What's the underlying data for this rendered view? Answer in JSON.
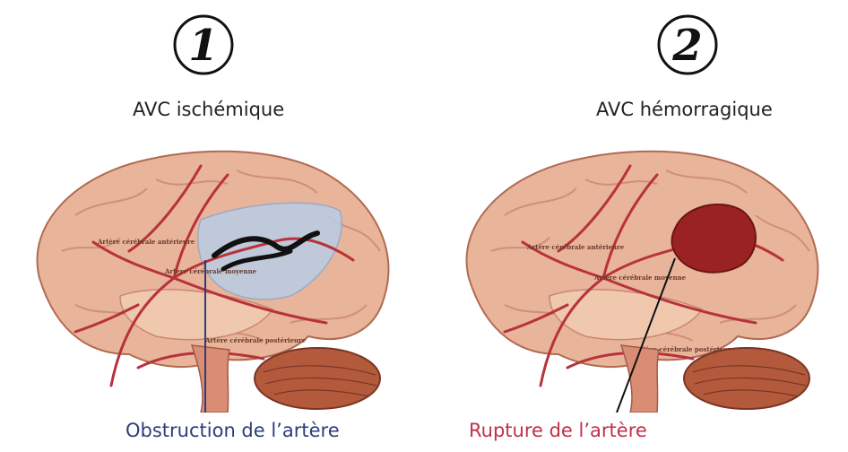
{
  "colors": {
    "brain_fill": "#e8b49a",
    "brain_stroke": "#b06a52",
    "artery": "#b8323c",
    "cerebellum": "#b45a3c",
    "ischemic_zone": "#b9cde6",
    "clot": "#111111",
    "hemorrhage": "#9b2222",
    "obstruction_caption": "#2c3e7a",
    "rupture_caption": "#c0304a"
  },
  "panels": [
    {
      "number": "1",
      "title": "AVC ischémique",
      "caption": "Obstruction de l’artère",
      "artery_labels": [
        "Artère cérébrale antérieure",
        "Artère cérébrale moyenne",
        "Artère cérébrale postérieure"
      ]
    },
    {
      "number": "2",
      "title": "AVC hémorragique",
      "caption": "Rupture de l’artère",
      "artery_labels": [
        "Artère cérébrale antérieure",
        "Artère cérébrale moyenne",
        "Artère cérébrale postérieure"
      ]
    }
  ]
}
